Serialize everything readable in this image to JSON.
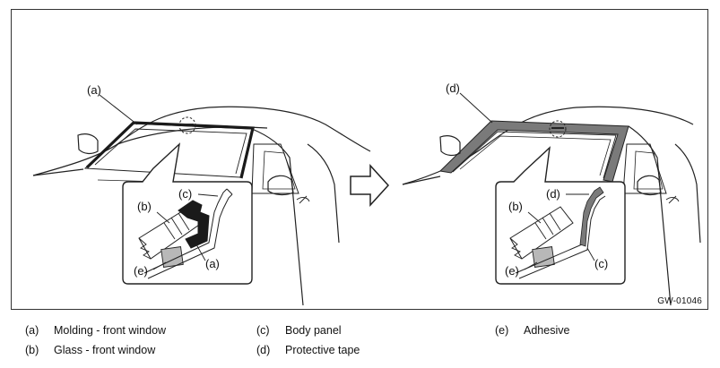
{
  "labels": {
    "a": "(a)",
    "b": "(b)",
    "c": "(c)",
    "d": "(d)",
    "e": "(e)"
  },
  "figure_code": "GW-01046",
  "legend": [
    {
      "key": "(a)",
      "text": "Molding - front window"
    },
    {
      "key": "(b)",
      "text": "Glass - front window"
    },
    {
      "key": "(c)",
      "text": "Body panel"
    },
    {
      "key": "(d)",
      "text": "Protective tape"
    },
    {
      "key": "(e)",
      "text": "Adhesive"
    }
  ],
  "colors": {
    "line": "#222222",
    "molding": "#1a1a1a",
    "tape": "#7a7a7a",
    "adhesive": "#b8b8b8"
  }
}
